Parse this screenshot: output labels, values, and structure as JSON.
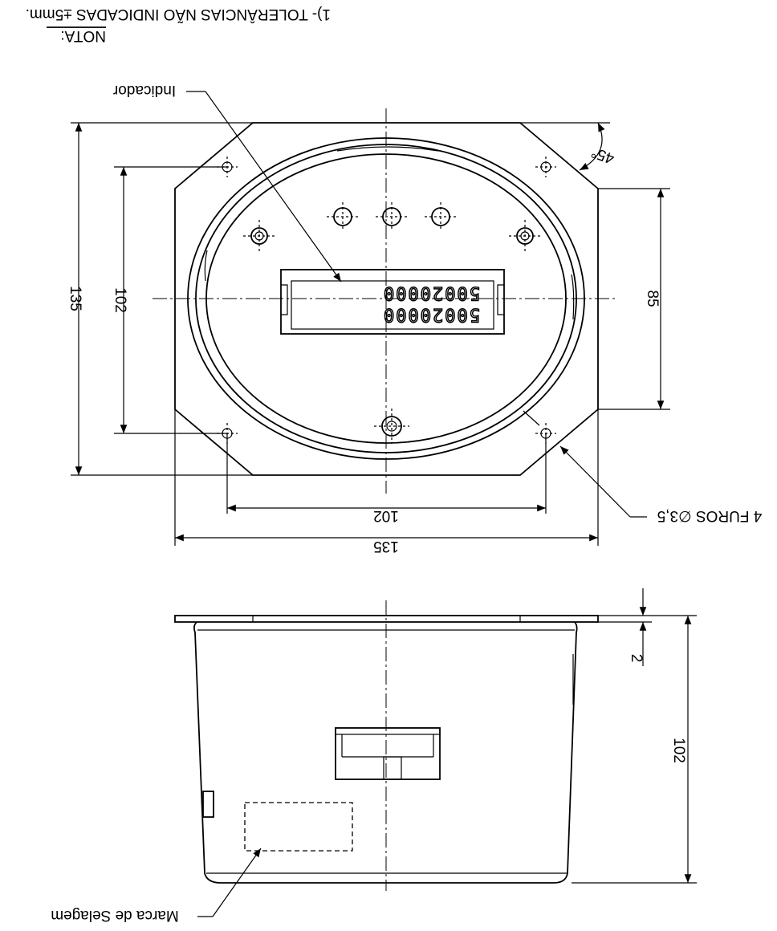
{
  "note": {
    "title": "NOTA:",
    "line": "1)- TOLERÂNCIAS NÃO INDICADAS ±5mm."
  },
  "labels": {
    "indicator": "Indicador",
    "holes": "4 FUROS ∅3,5",
    "seal_mark": "Marca de Selagem"
  },
  "dimensions": {
    "top_height_outer": "135",
    "top_height_holes": "102",
    "top_width_holes": "102",
    "top_width_outer": "135",
    "right_height": "85",
    "angle": "45°",
    "flange": "2",
    "side_height": "102"
  },
  "counter": {
    "row1": "50020000",
    "row2": "50020000"
  }
}
